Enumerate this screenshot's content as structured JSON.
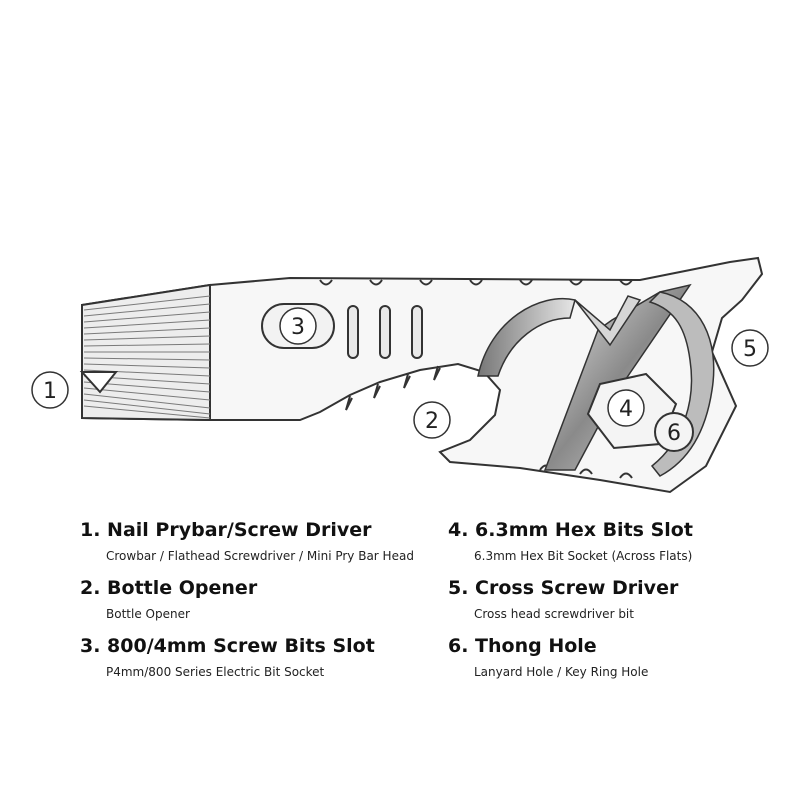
{
  "diagram": {
    "callouts": [
      "1",
      "2",
      "3",
      "4",
      "5",
      "6"
    ]
  },
  "legend": {
    "left": [
      {
        "title": "1. Nail Prybar/Screw Driver",
        "subtitle": "Crowbar / Flathead Screwdriver / Mini Pry Bar Head"
      },
      {
        "title": "2. Bottle Opener",
        "subtitle": "Bottle Opener"
      },
      {
        "title": "3. 800/4mm Screw Bits  Slot",
        "subtitle": "P4mm/800 Series Electric Bit Socket"
      }
    ],
    "right": [
      {
        "title": "4. 6.3mm Hex Bits Slot",
        "subtitle": "6.3mm Hex Bit Socket (Across Flats)"
      },
      {
        "title": "5. Cross Screw Driver",
        "subtitle": "Cross head screwdriver bit"
      },
      {
        "title": "6. Thong Hole",
        "subtitle": "Lanyard Hole / Key Ring Hole"
      }
    ]
  },
  "colors": {
    "outline": "#333333",
    "metal_light": "#efefef",
    "metal_dark": "#a0a0a0",
    "text": "#111111"
  }
}
